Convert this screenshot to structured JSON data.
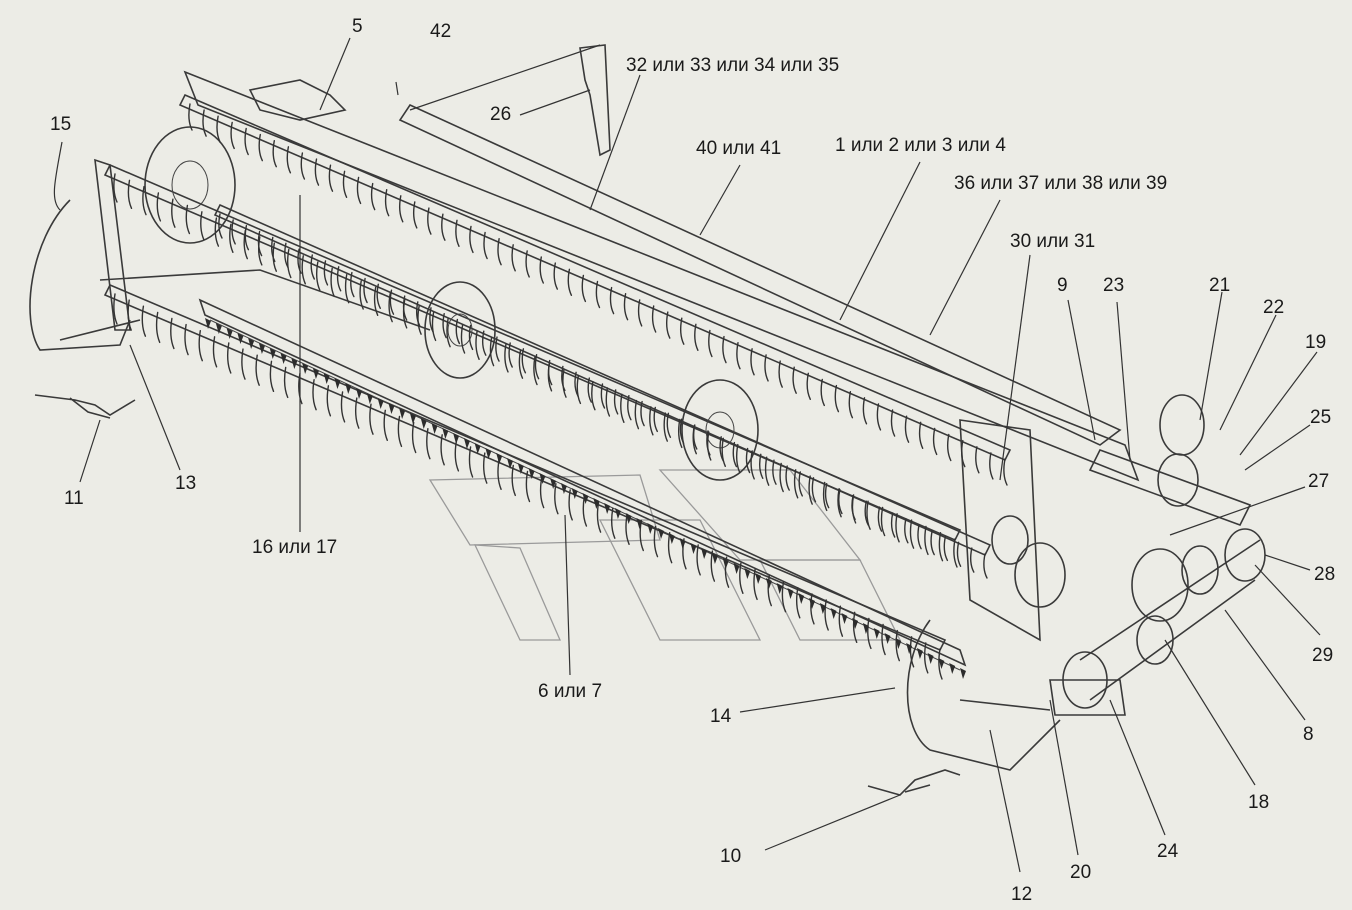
{
  "callouts": [
    {
      "id": "c5",
      "text": "5"
    },
    {
      "id": "c42",
      "text": "42"
    },
    {
      "id": "c32",
      "text": "32 или 33 или 34 или 35"
    },
    {
      "id": "c26",
      "text": "26"
    },
    {
      "id": "c15",
      "text": "15"
    },
    {
      "id": "c40",
      "text": "40 или 41"
    },
    {
      "id": "c1",
      "text": "1 или 2 или 3 или 4"
    },
    {
      "id": "c36",
      "text": "36 или 37 или 38 или 39"
    },
    {
      "id": "c30",
      "text": "30 или 31"
    },
    {
      "id": "c9",
      "text": "9"
    },
    {
      "id": "c23",
      "text": "23"
    },
    {
      "id": "c21",
      "text": "21"
    },
    {
      "id": "c22",
      "text": "22"
    },
    {
      "id": "c19",
      "text": "19"
    },
    {
      "id": "c25",
      "text": "25"
    },
    {
      "id": "c27",
      "text": "27"
    },
    {
      "id": "c28",
      "text": "28"
    },
    {
      "id": "c29",
      "text": "29"
    },
    {
      "id": "c8",
      "text": "8"
    },
    {
      "id": "c18",
      "text": "18"
    },
    {
      "id": "c24",
      "text": "24"
    },
    {
      "id": "c20",
      "text": "20"
    },
    {
      "id": "c12",
      "text": "12"
    },
    {
      "id": "c10",
      "text": "10"
    },
    {
      "id": "c14",
      "text": "14"
    },
    {
      "id": "c6",
      "text": "6 или 7"
    },
    {
      "id": "c16",
      "text": "16 или 17"
    },
    {
      "id": "c13",
      "text": "13"
    },
    {
      "id": "c11",
      "text": "11"
    }
  ]
}
